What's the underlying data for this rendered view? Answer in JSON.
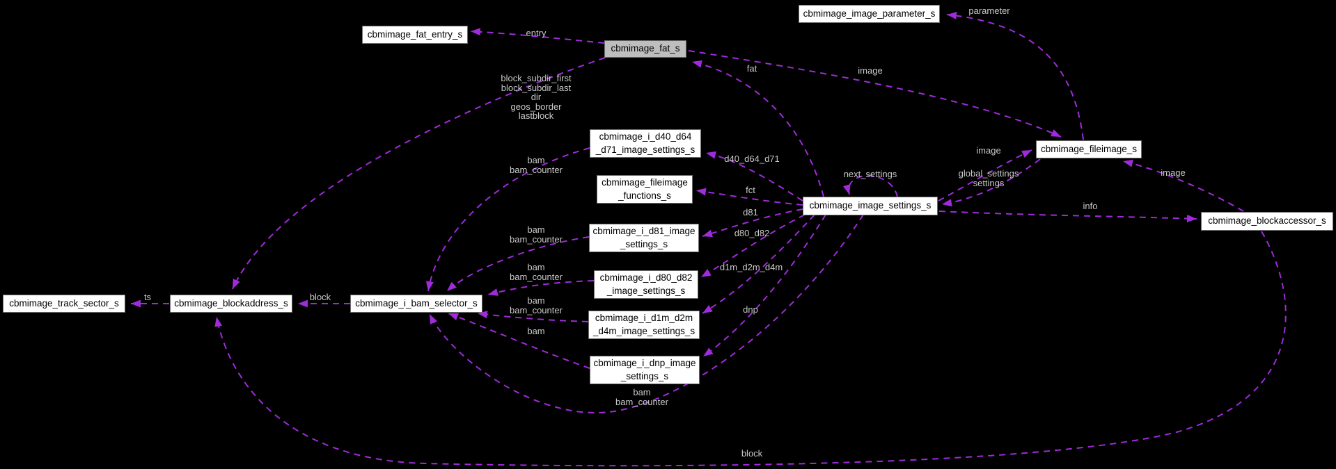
{
  "colors": {
    "background": "#000000",
    "edge": "#A02BDC",
    "edge-label": "#C9C9C9",
    "node-fill": "#FFFFFF",
    "node-border": "#6F6F6F",
    "node-text": "#000000",
    "focus-fill": "#BEBEBE"
  },
  "nodes": {
    "track_sector": {
      "label": "cbmimage_track_sector_s"
    },
    "blockaddress": {
      "label": "cbmimage_blockaddress_s"
    },
    "bam_selector": {
      "label": "cbmimage_i_bam_selector_s"
    },
    "fat_entry": {
      "label": "cbmimage_fat_entry_s"
    },
    "fat": {
      "label": "cbmimage_fat_s"
    },
    "image_parameter": {
      "label": "cbmimage_image_parameter_s"
    },
    "d40_d64_d71": {
      "label": "cbmimage_i_d40_d64\n_d71_image_settings_s"
    },
    "fileimage_functions": {
      "label": "cbmimage_fileimage\n_functions_s"
    },
    "d81": {
      "label": "cbmimage_i_d81_image\n_settings_s"
    },
    "d80_d82": {
      "label": "cbmimage_i_d80_d82\n_image_settings_s"
    },
    "d1m_d2m_d4m": {
      "label": "cbmimage_i_d1m_d2m\n_d4m_image_settings_s"
    },
    "dnp": {
      "label": "cbmimage_i_dnp_image\n_settings_s"
    },
    "image_settings": {
      "label": "cbmimage_image_settings_s"
    },
    "fileimage": {
      "label": "cbmimage_fileimage_s"
    },
    "blockaccessor": {
      "label": "cbmimage_blockaccessor_s"
    }
  },
  "edge_labels": {
    "entry": "entry",
    "parameter": "parameter",
    "fat": "fat",
    "image_from_fat": "image",
    "fat_members": "block_subdir_first\nblock_subdir_last\ndir\ngeos_border\nlastblock",
    "d40_d64_d71": "d40_d64_d71",
    "bam_d40": "bam\nbam_counter",
    "fct": "fct",
    "d81": "d81",
    "next_settings": "next_settings",
    "image_to_fileimage": "image",
    "global_settings": "global_settings\nsettings",
    "image_from_blockaccessor": "image",
    "d80_d82": "d80_d82",
    "bam_d81": "bam\nbam_counter",
    "info": "info",
    "d1m_d2m_d4m": "d1m_d2m_d4m",
    "bam_d80": "bam\nbam_counter",
    "ts": "ts",
    "block": "block",
    "bam_d1m": "bam\nbam_counter",
    "dnp": "dnp",
    "bam_dnp": "bam",
    "bam_settings": "bam\nbam_counter",
    "block_bottom": "block"
  }
}
